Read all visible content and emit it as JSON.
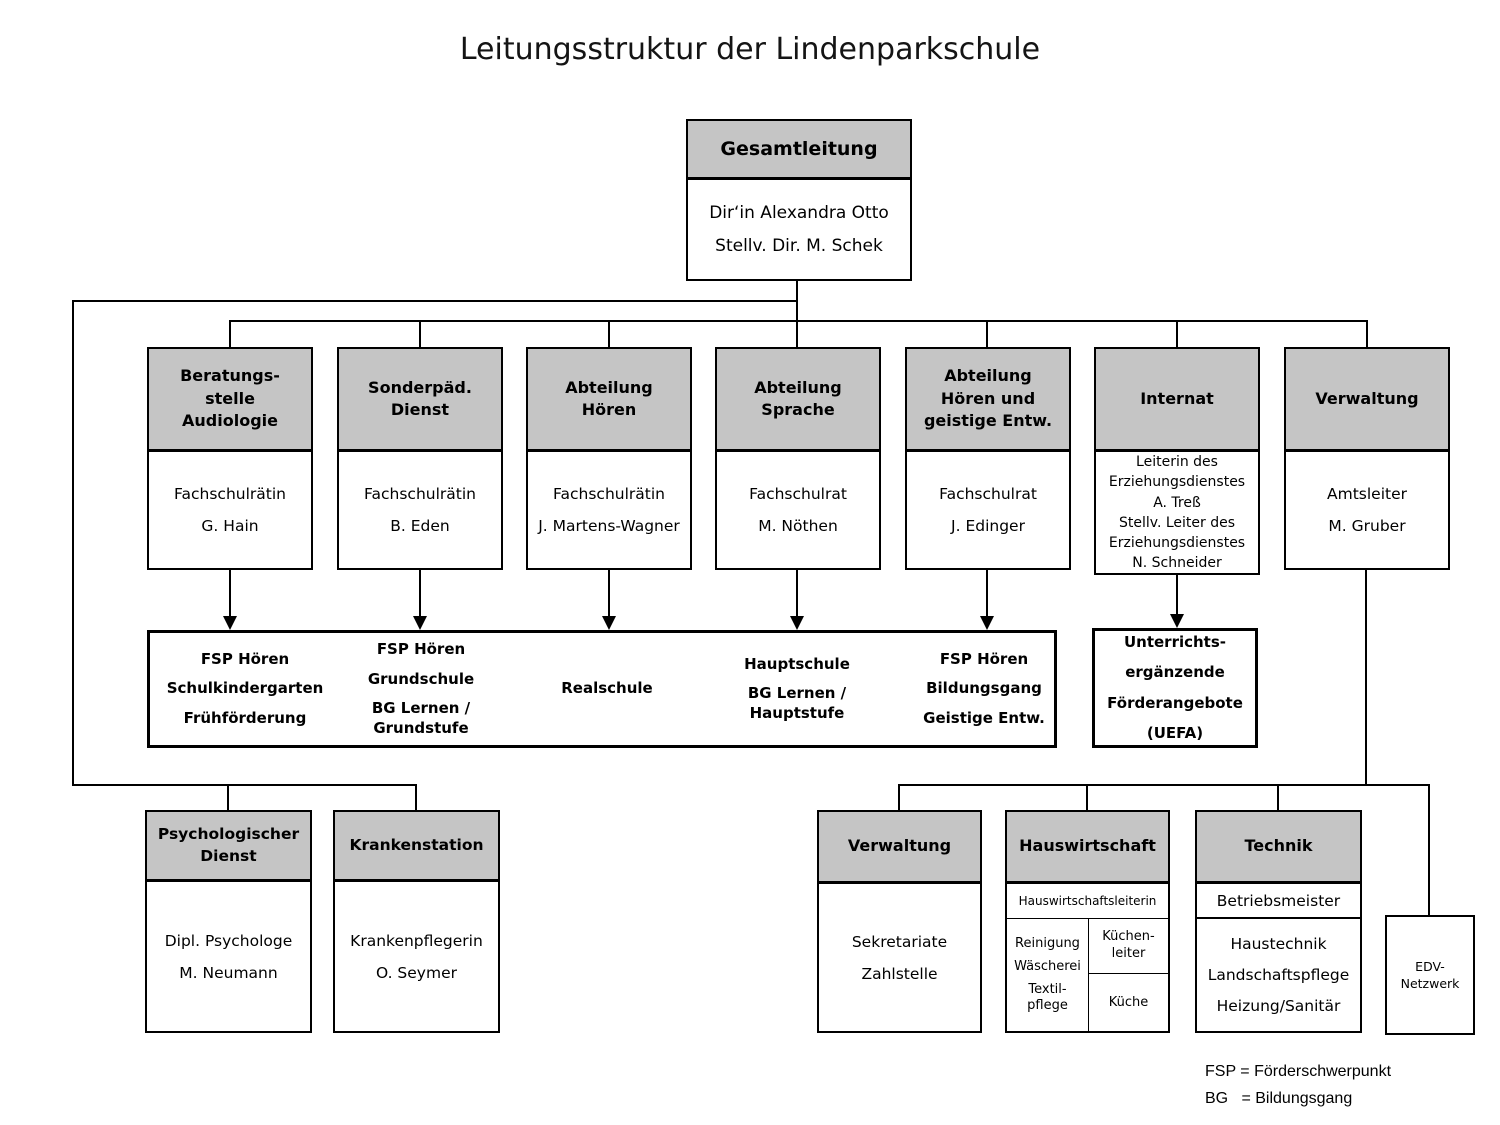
{
  "title": "Leitungsstruktur der Lindenparkschule",
  "colors": {
    "header_fill": "#c5c5c5",
    "line": "#000000",
    "background": "#ffffff"
  },
  "gesamtleitung": {
    "header": "Gesamtleitung",
    "body_lines": [
      "Dir‘in Alexandra Otto",
      "Stellv. Dir. M. Schek"
    ]
  },
  "level2": [
    {
      "header": "Beratungs-\nstelle\nAudiologie",
      "body_lines": [
        "Fachschulrätin",
        "G. Hain"
      ]
    },
    {
      "header": "Sonderpäd.\nDienst",
      "body_lines": [
        "Fachschulrätin",
        "B. Eden"
      ]
    },
    {
      "header": "Abteilung\nHören",
      "body_lines": [
        "Fachschulrätin",
        "J. Martens-Wagner"
      ]
    },
    {
      "header": "Abteilung\nSprache",
      "body_lines": [
        "Fachschulrat",
        "M. Nöthen"
      ]
    },
    {
      "header": "Abteilung\nHören und\ngeistige Entw.",
      "body_lines": [
        "Fachschulrat",
        "J. Edinger"
      ]
    },
    {
      "header": "Internat",
      "body_lines": [
        "Leiterin des",
        "Erziehungsdienstes",
        "A. Treß",
        "Stellv. Leiter des",
        "Erziehungsdienstes",
        "N. Schneider"
      ]
    },
    {
      "header": "Verwaltung",
      "body_lines": [
        "Amtsleiter",
        "M. Gruber"
      ]
    }
  ],
  "wide_box": {
    "cells": [
      {
        "lines": [
          "FSP Hören",
          "Schulkindergarten",
          "Frühförderung"
        ]
      },
      {
        "lines": [
          "FSP Hören",
          "Grundschule",
          "BG Lernen /\nGrundstufe"
        ]
      },
      {
        "lines": [
          "Realschule"
        ]
      },
      {
        "lines": [
          "Hauptschule",
          "BG Lernen /\nHauptstufe"
        ]
      },
      {
        "lines": [
          "FSP Hören",
          "Bildungsgang",
          "Geistige Entw."
        ]
      }
    ]
  },
  "uefa": {
    "lines": [
      "Unterrichts-",
      "ergänzende",
      "Förderangebote",
      "(UEFA)"
    ]
  },
  "bottom_left": [
    {
      "header": "Psychologischer\nDienst",
      "body_lines": [
        "Dipl. Psychologe",
        "M. Neumann"
      ]
    },
    {
      "header": "Krankenstation",
      "body_lines": [
        "Krankenpflegerin",
        "O. Seymer"
      ]
    }
  ],
  "bottom_right": {
    "verwaltung": {
      "header": "Verwaltung",
      "body_lines": [
        "Sekretariate",
        "Zahlstelle"
      ]
    },
    "hauswirtschaft": {
      "header": "Hauswirtschaft",
      "leader_row": "Hauswirtschaftsleiterin",
      "left_cell_lines": [
        "Reinigung",
        "Wäscherei",
        "Textil-\npflege"
      ],
      "kitchen_lead": "Küchen-\nleiter",
      "kitchen": "Küche"
    },
    "technik": {
      "header": "Technik",
      "leader_row": "Betriebsmeister",
      "body_lines": [
        "Haustechnik",
        "Landschaftspflege",
        "Heizung/Sanitär"
      ]
    },
    "edv": {
      "label": "EDV-\nNetzwerk"
    }
  },
  "legend": {
    "lines": [
      "FSP = Förderschwerpunkt",
      "BG   = Bildungsgang"
    ]
  }
}
